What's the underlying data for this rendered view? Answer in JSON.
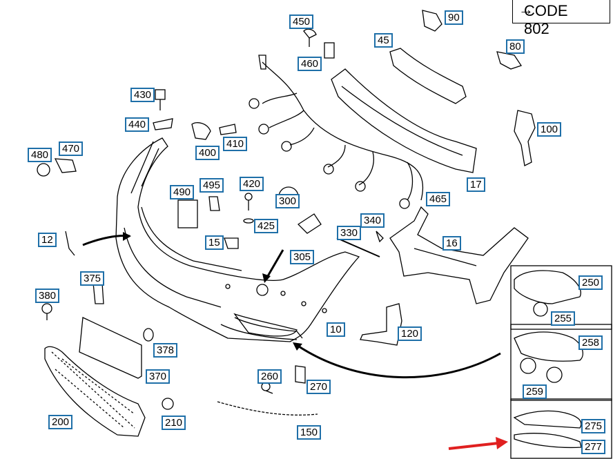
{
  "code": {
    "text": "CODE 802",
    "arrow": "→"
  },
  "labels": {
    "l450": "450",
    "l90": "90",
    "l45": "45",
    "l80": "80",
    "l460": "460",
    "l430": "430",
    "l440": "440",
    "l400": "400",
    "l410": "410",
    "l480": "480",
    "l470": "470",
    "l100": "100",
    "l17": "17",
    "l490": "490",
    "l495": "495",
    "l420": "420",
    "l300": "300",
    "l425": "425",
    "l465": "465",
    "l340": "340",
    "l330": "330",
    "l12": "12",
    "l15": "15",
    "l305": "305",
    "l16": "16",
    "l375": "375",
    "l380": "380",
    "l250": "250",
    "l255": "255",
    "l10": "10",
    "l120": "120",
    "l258": "258",
    "l378": "378",
    "l370": "370",
    "l260": "260",
    "l270": "270",
    "l259": "259",
    "l200": "200",
    "l210": "210",
    "l150": "150",
    "l275": "275",
    "l277": "277"
  },
  "colors": {
    "label_border": "#1e6fa8",
    "ink": "#000000",
    "pointer_arrow": "#e02020"
  }
}
